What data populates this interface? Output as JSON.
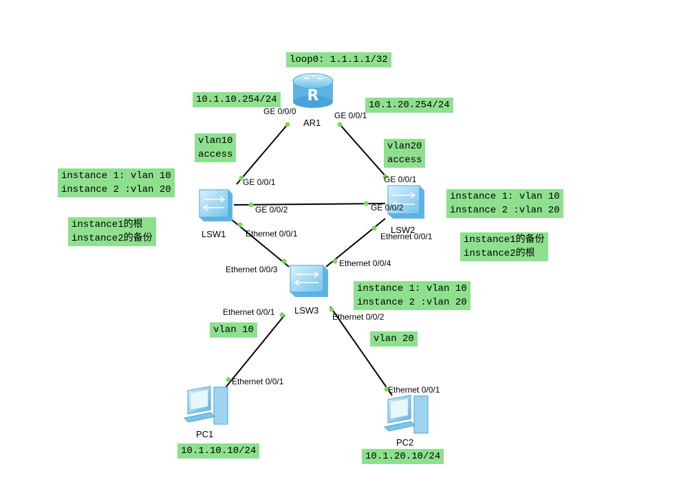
{
  "devices": {
    "router": "AR1",
    "lsw1": "LSW1",
    "lsw2": "LSW2",
    "lsw3": "LSW3",
    "pc1": "PC1",
    "pc2": "PC2"
  },
  "notes": {
    "loopback": "loop0: 1.1.1.1/32",
    "ar1_g0": "10.1.10.254/24",
    "ar1_g1": "10.1.20.254/24",
    "vlan10_access": [
      "vlan10",
      "access"
    ],
    "vlan20_access": [
      "vlan20",
      "access"
    ],
    "lsw1_instances": [
      "instance 1: vlan 10",
      "instance 2 :vlan 20"
    ],
    "lsw2_instances": [
      "instance 1: vlan 10",
      "instance 2 :vlan 20"
    ],
    "lsw3_instances": [
      "instance 1: vlan 10",
      "instance 2 :vlan 20"
    ],
    "lsw1_role": [
      "instance1的根",
      "instance2的备份"
    ],
    "lsw2_role": [
      "instance1的备份",
      "instance2的根"
    ],
    "pc1_vlan": "vlan 10",
    "pc2_vlan": "vlan 20",
    "pc1_ip": "10.1.10.10/24",
    "pc2_ip": "10.1.20.10/24"
  },
  "ports": {
    "ar1_g0": "GE 0/0/0",
    "ar1_g1": "GE 0/0/1",
    "lsw1_g1": "GE 0/0/1",
    "lsw1_g2": "GE 0/0/2",
    "lsw1_e1": "Ethernet 0/0/1",
    "lsw2_g1": "GE 0/0/1",
    "lsw2_g2": "GE 0/0/2",
    "lsw2_e1": "Ethernet 0/0/1",
    "lsw3_e3": "Ethernet 0/0/3",
    "lsw3_e4": "Ethernet 0/0/4",
    "lsw3_e1": "Ethernet 0/0/1",
    "lsw3_e2": "Ethernet 0/0/2",
    "pc1_e1": "Ethernet 0/0/1",
    "pc2_e1": "Ethernet 0/0/1"
  },
  "colors": {
    "note_bg": "#8ee08e",
    "link": "#000000",
    "port_dot": "#7ed957",
    "device_light": "#b9e3f7",
    "device_dark": "#5fb3e4"
  }
}
